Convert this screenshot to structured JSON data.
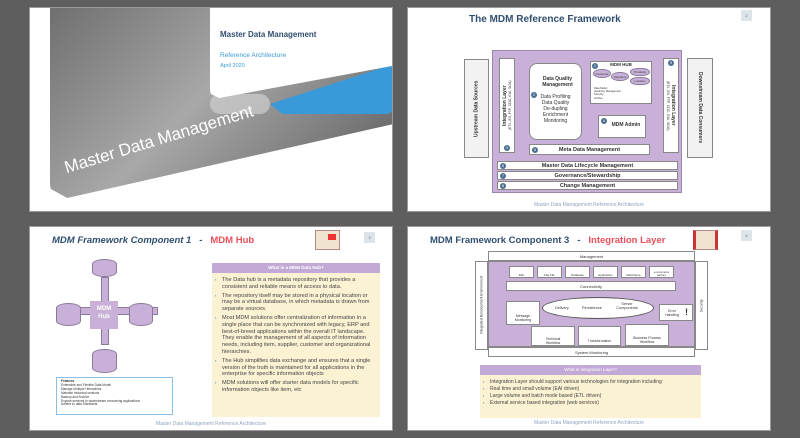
{
  "slide1": {
    "title": "Master Data Management",
    "subtitle": "Reference Architecture",
    "date": "April 2020",
    "banner": "Master Data Management"
  },
  "slide2": {
    "page": "2",
    "title": "The MDM Reference Framework",
    "upstream": "Upstream Data Sources",
    "downstream": "Downstream Data Consumers",
    "integration_left": "Integration Layer",
    "integration_left_sub": "(ETL, EII, FTP, CDC, EAI, SOA)",
    "integration_right": "Integration Layer",
    "integration_right_sub": "(ETL, EII, FTP, CDC, EAI, SOA)",
    "dq_title": "Data Quality Management",
    "dq_items": [
      "Data Profiling",
      "Data Quality",
      "De-dupling",
      "Enrichment",
      "Monitoring"
    ],
    "hub_title": "MDM HUB",
    "hub_dbs": [
      "Customer",
      "Suppliers",
      "Products",
      "Location"
    ],
    "hub_items": [
      "Data Model",
      "Hierarchy Management",
      "Security",
      "Archive"
    ],
    "admin": "MDM Admin",
    "meta": "Meta Data Management",
    "lifecycle": "Master Data Lifecycle Management",
    "governance": "Governance/Stewardship",
    "change": "Change Management",
    "nums": [
      "1",
      "2",
      "3",
      "4",
      "5",
      "6",
      "7",
      "8",
      "9"
    ],
    "footer": "Master Data Management Reference Architecture"
  },
  "slide3": {
    "page": "3",
    "title": "MDM Framework Component 1",
    "dash": "-",
    "title_accent": "MDM Hub",
    "hub": "MDM Hub",
    "features_title": "Features",
    "features": [
      "Extensible and Flexible Data Model",
      "Manage Multiple Hierarchies",
      "Maintain historical versions",
      "Backup and Archive",
      "Expose services to downstream consuming applications",
      "Adhere to data Standards"
    ],
    "panel_title": "What is a MDM Data Hub?",
    "bullets": [
      "The Data hub is a metadata repository that provides a consistent and reliable means of access to data.",
      "The repository itself may be stored in a physical location or may be a virtual database, in which metadata is drawn from separate sources.",
      "Most MDM solutions offer centralization of information in a single place that can be synchronized with legacy, ERP and best-of-breed applications within the overall IT landscape. They enable the management of all aspects of information needs, including item, supplier, customer and organizational hierarchies.",
      "The Hub simplifies data exchange and ensures that a single version of the truth is maintained for all applications in the enterprise for specific information objects",
      "MDM solutions will offer starter data models for specific information objects like item, etc"
    ],
    "footer": "Master Data Management Reference Architecture"
  },
  "slide4": {
    "page": "4",
    "title": "MDM Framework Component 3",
    "dash": "-",
    "title_accent": "Integration Layer",
    "management": "Management",
    "system_monitoring": "System Monitoring",
    "ide": "Integrated Development Environment",
    "security": "Security",
    "sources": [
      "EDI",
      "Flat File",
      "Database",
      "Application",
      "Mainframe",
      "e-commerce",
      "partner"
    ],
    "connectivity": "Connectivity",
    "delivery": "Delivery",
    "persistence": "Persistence",
    "server_components": "Server Components",
    "message_monitoring": "Message Monitoring",
    "error_handling": "Error Handling",
    "technical_workflow": "Technical Workflow",
    "transformation": "Transformation",
    "business_workflow": "Business Process Workflow",
    "panel_title": "What is Integration Layer?",
    "bullets": [
      "Integration Layer should support various technologies for integration including",
      "Real time and small volume (EAI driven)",
      "Large volume and batch mode based (ETL driven)",
      "External service based integration (web services)"
    ],
    "footer": "Master Data Management Reference Architecture"
  },
  "colors": {
    "purple": "#c8b0d8",
    "title_blue": "#2f4f6f",
    "accent_red": "#e8505b",
    "panel_bg": "#fbf1d3",
    "blue": "#3a9ad9"
  }
}
